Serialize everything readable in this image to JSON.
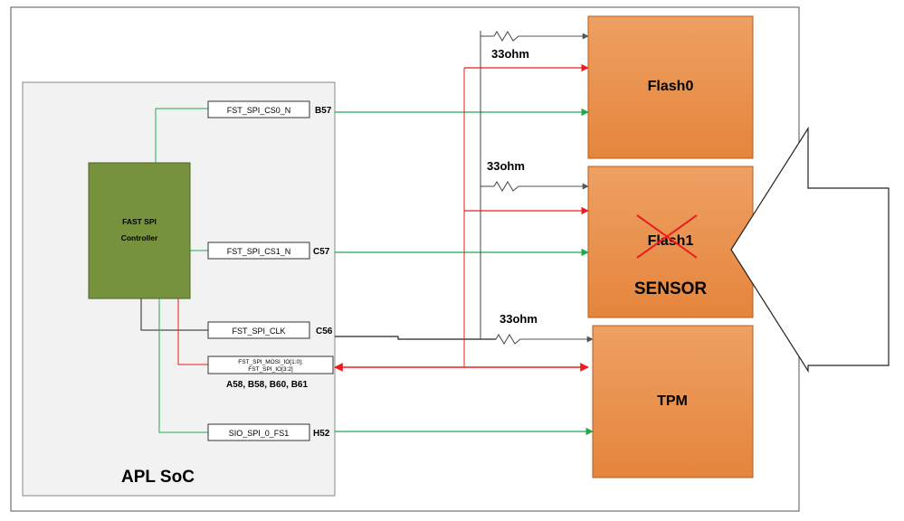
{
  "soc": {
    "label": "APL SoC"
  },
  "controller": {
    "line1": "FAST SPI",
    "line2": "Controller"
  },
  "signals": {
    "cs0": {
      "label": "FST_SPI_CS0_N",
      "pin": "B57"
    },
    "cs1": {
      "label": "FST_SPI_CS1_N",
      "pin": "C57"
    },
    "clk": {
      "label": "FST_SPI_CLK",
      "pin": "C56"
    },
    "mosi": {
      "line1": "FST_SPI_MOSI_IO[1:0];",
      "line2": "FST_SPI_IO[3:2]",
      "pin": "A58, B58, B60, B61"
    },
    "sio": {
      "label": "SIO_SPI_0_FS1",
      "pin": "H52"
    }
  },
  "resistors": {
    "r0": "33ohm",
    "r1": "33ohm",
    "r2": "33ohm"
  },
  "chips": {
    "flash0": "Flash0",
    "flash1": "Flash1",
    "sensor": "SENSOR",
    "tpm": "TPM"
  },
  "colors": {
    "soc_fill": "#f2f2f2",
    "controller_fill": "#76923c",
    "chip_fill": "#e8904a",
    "green_wire": "#23a84a",
    "red_wire": "#ee1c1c",
    "black_wire": "#222222",
    "gray_wire": "#555555"
  },
  "icons": {
    "big_arrow": "left-arrow-icon",
    "cross": "cross-out-icon"
  }
}
